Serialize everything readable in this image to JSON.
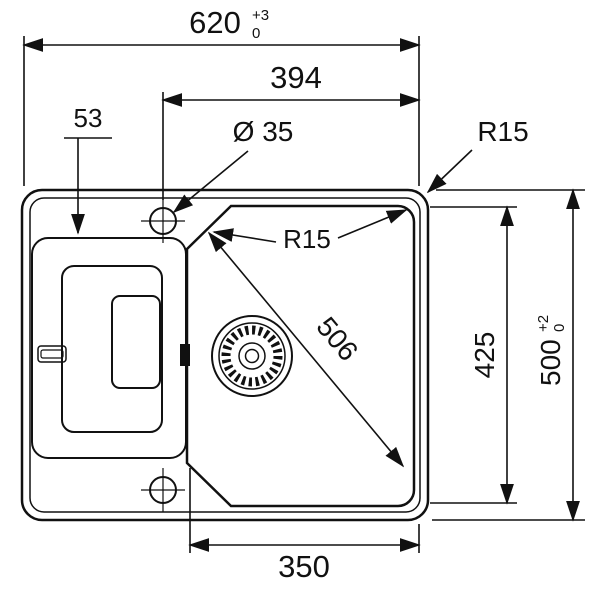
{
  "drawing": {
    "overall_width": {
      "value": "620",
      "tol_plus": "+3",
      "tol_minus": "0"
    },
    "top_width": "394",
    "left_offset": "53",
    "hole_diameter": "Ø 35",
    "outer_corner_radius": "R15",
    "inner_corner_radius": "R15",
    "bowl_diagonal": "506",
    "bowl_length": "425",
    "overall_depth": {
      "value": "500",
      "tol_plus": "+2",
      "tol_minus": "0"
    },
    "bottom_width": "350"
  }
}
